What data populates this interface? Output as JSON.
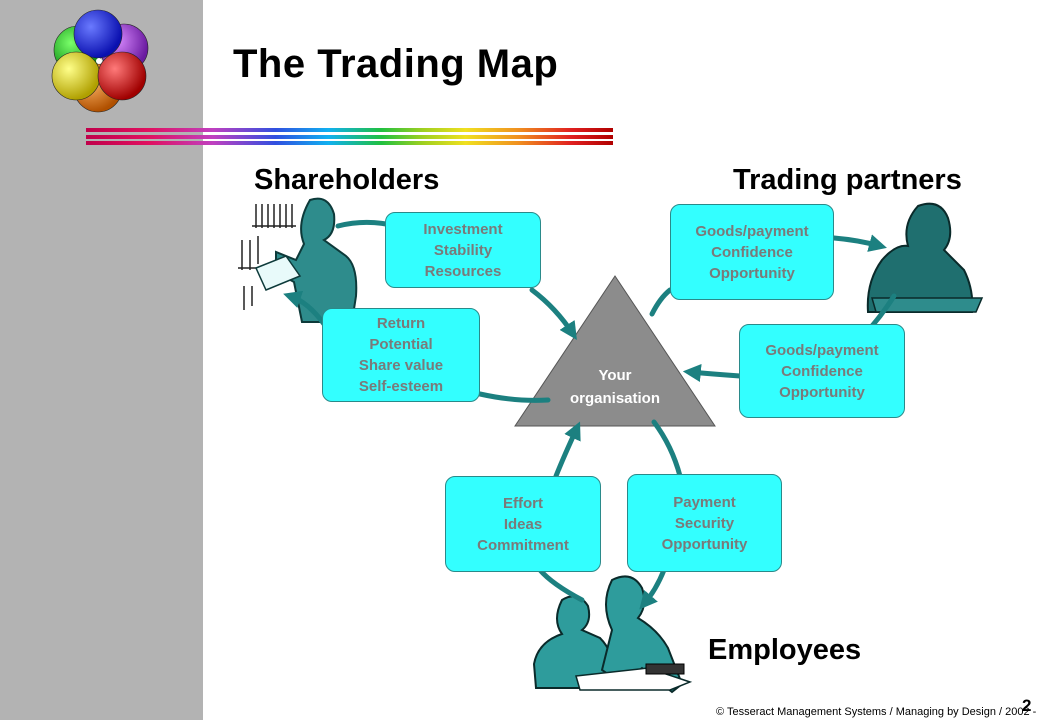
{
  "slide": {
    "title": "The Trading Map",
    "footer": "© Tesseract Management Systems / Managing by Design / 2002 -",
    "page_number": "2"
  },
  "groups": {
    "shareholders": "Shareholders",
    "trading_partners": "Trading partners",
    "employees": "Employees"
  },
  "center": {
    "line1": "Your",
    "line2": "organisation"
  },
  "boxes": {
    "investment": [
      "Investment",
      "Stability",
      "Resources"
    ],
    "return": [
      "Return",
      "Potential",
      "Share value",
      "Self-esteem"
    ],
    "goods_out": [
      "Goods/payment",
      "Confidence",
      "Opportunity"
    ],
    "goods_in": [
      "Goods/payment",
      "Confidence",
      "Opportunity"
    ],
    "effort": [
      "Effort",
      "Ideas",
      "Commitment"
    ],
    "payment": [
      "Payment",
      "Security",
      "Opportunity"
    ]
  },
  "colors": {
    "box_fill": "#33ffff",
    "box_text": "#7a7a7a",
    "arrow": "#1c8080",
    "triangle": "#8c8c8c",
    "sidebar": "#b3b3b3"
  }
}
